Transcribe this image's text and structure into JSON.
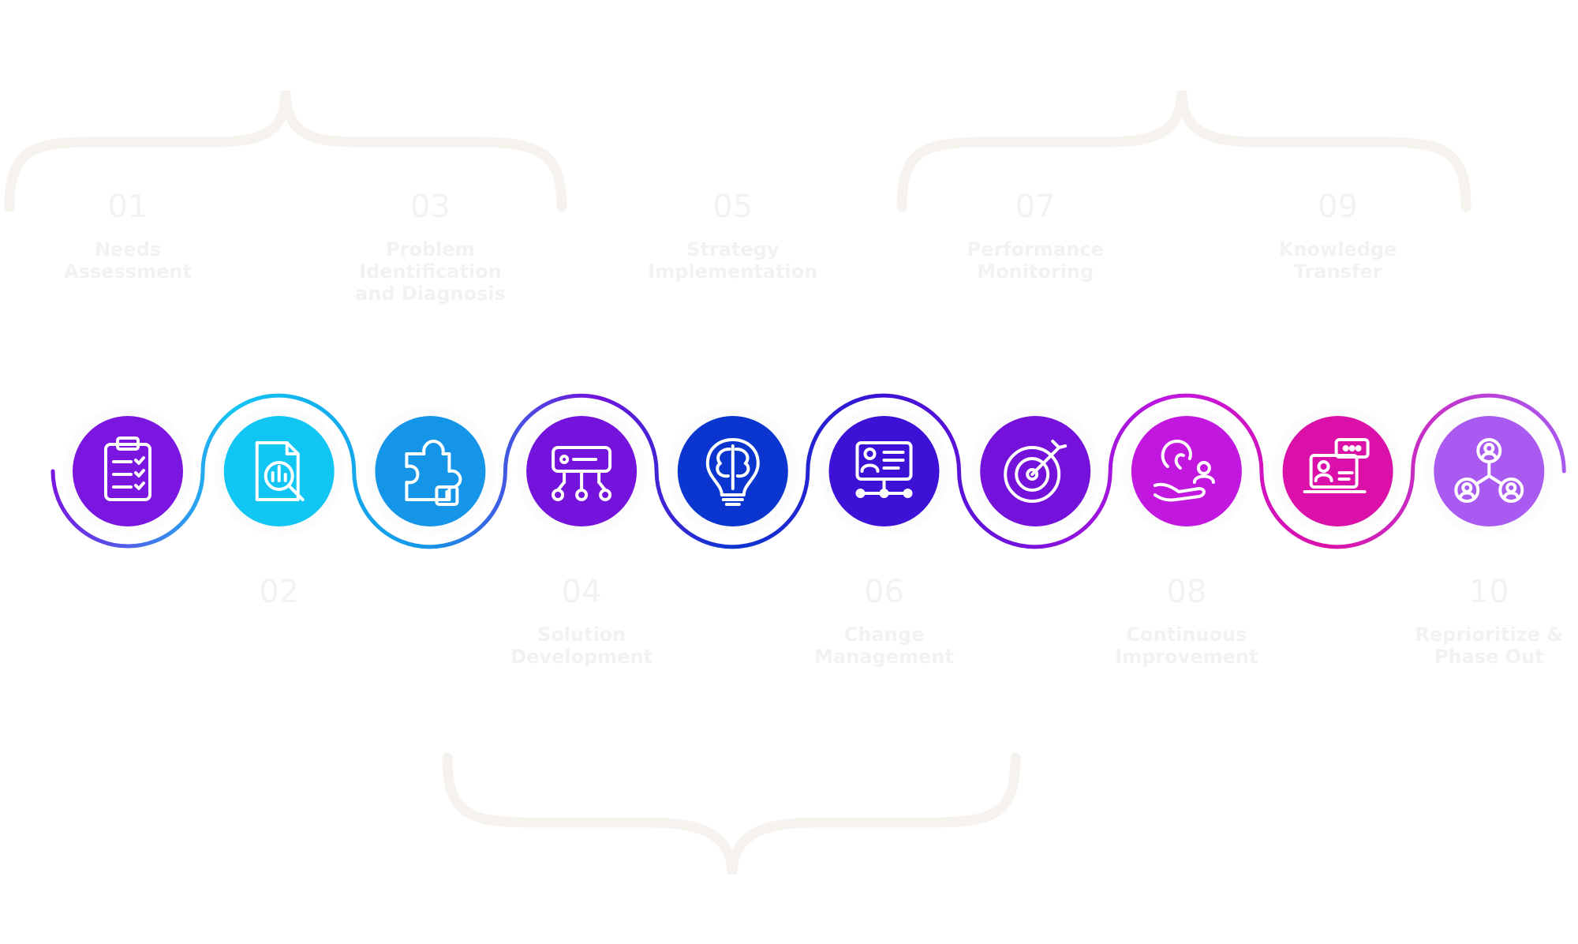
{
  "steps": [
    {
      "num": "01",
      "title_line1": "Needs",
      "title_line2": "Assessment",
      "color": "#7B16E0",
      "icon": "clipboard-checklist-icon"
    },
    {
      "num": "02",
      "title_line1": "",
      "title_line2": "",
      "color": "#12C6F3",
      "icon": "document-magnifier-chart-icon"
    },
    {
      "num": "03",
      "title_line1": "Problem Identification",
      "title_line2": "and Diagnosis",
      "color": "#1595E8",
      "icon": "puzzle-piece-icon"
    },
    {
      "num": "04",
      "title_line1": "Solution",
      "title_line2": "Development",
      "color": "#7413DC",
      "icon": "network-nodes-icon"
    },
    {
      "num": "05",
      "title_line1": "Strategy",
      "title_line2": "Implementation",
      "color": "#0A36CF",
      "icon": "brain-bulb-icon"
    },
    {
      "num": "06",
      "title_line1": "Change",
      "title_line2": "Management",
      "color": "#3D12D6",
      "icon": "presentation-board-icon"
    },
    {
      "num": "07",
      "title_line1": "Performance",
      "title_line2": "Monitoring",
      "color": "#7412DC",
      "icon": "target-dart-icon"
    },
    {
      "num": "08",
      "title_line1": "Continuous",
      "title_line2": "Improvement",
      "color": "#C117DF",
      "icon": "magnet-hand-icon"
    },
    {
      "num": "09",
      "title_line1": "Knowledge",
      "title_line2": "Transfer",
      "color": "#DB10A8",
      "icon": "laptop-chat-icon"
    },
    {
      "num": "10",
      "title_line1": "Reprioritize &",
      "title_line2": "Phase Out",
      "color": "#A95AF0",
      "icon": "user-network-icon"
    }
  ],
  "colors": {
    "text": "#f3f2f1",
    "bracket": "#f6f3ef",
    "halo": "#fdfcfd"
  }
}
